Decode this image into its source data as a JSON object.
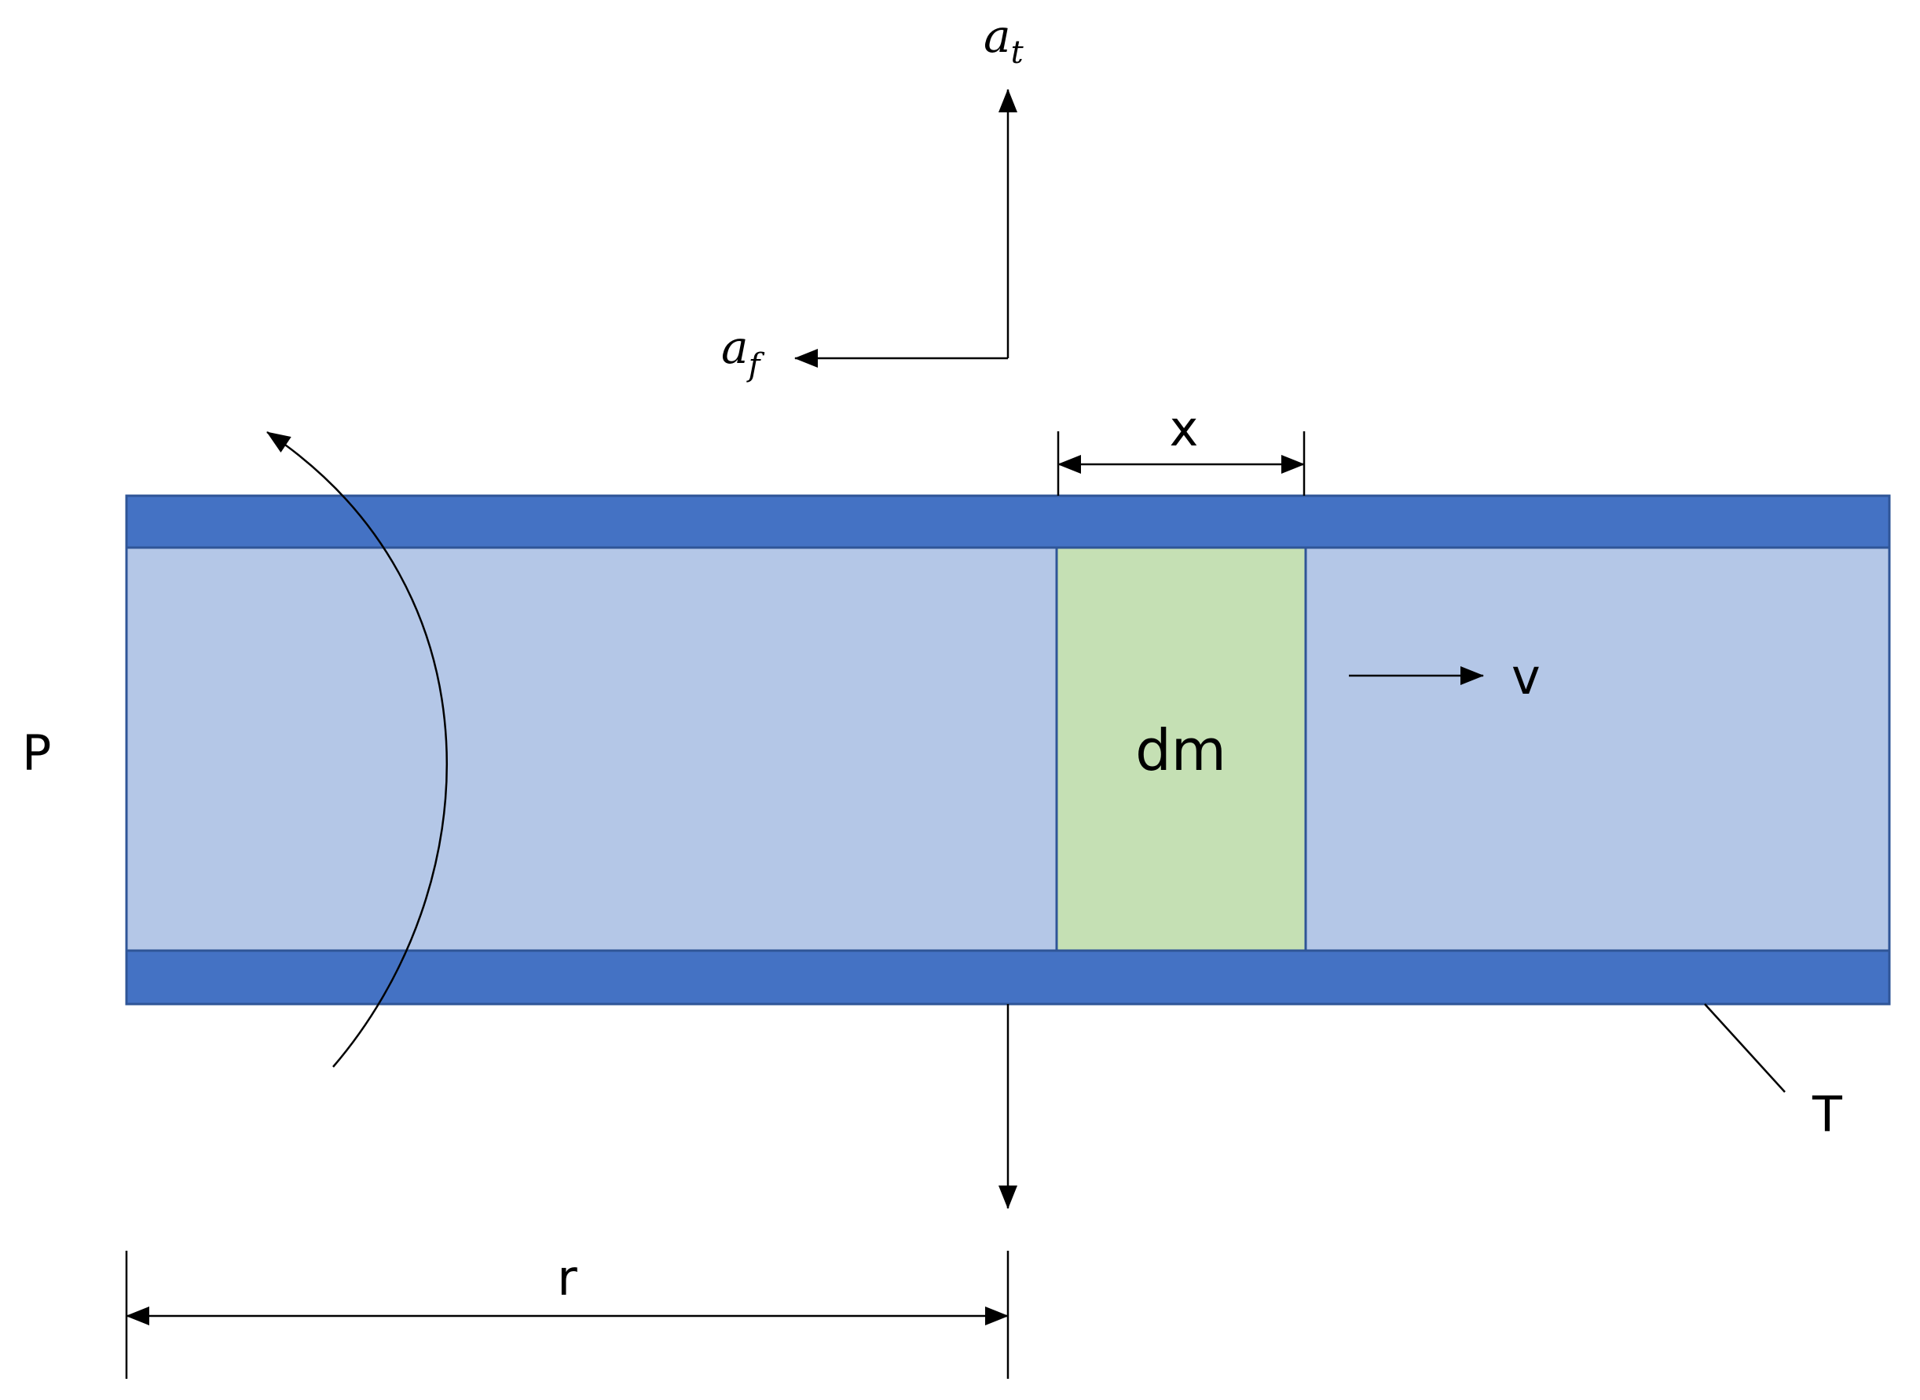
{
  "diagram": {
    "labels": {
      "P": "P",
      "dm": "dm",
      "x": "x",
      "v": "v",
      "T": "T",
      "r": "r",
      "a_t_base": "a",
      "a_t_sub": "t",
      "a_f_base": "a",
      "a_f_sub": "f"
    }
  },
  "colors": {
    "tube_wall": "#4472C4",
    "tube_wall_border": "#2F5597",
    "tube_interior": "#B4C7E7",
    "mass_element": "#C5E0B4",
    "line": "#000000"
  }
}
